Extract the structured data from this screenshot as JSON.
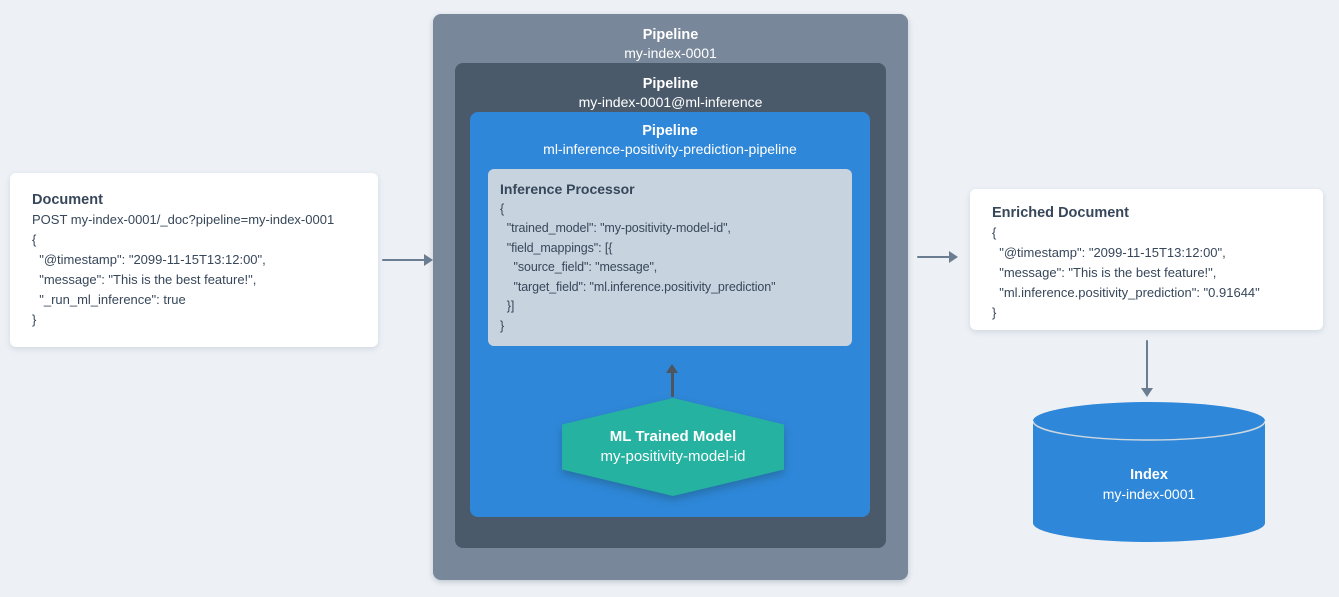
{
  "colors": {
    "background": "#edf1f6",
    "accent_blue": "#2e87d8",
    "teal": "#25b2a0",
    "outer_box": "#78889a",
    "inner_box": "#4a5a6b",
    "processor_box": "#c7d3de",
    "text_dark": "#37475a",
    "arrow_gray": "#6b7e91",
    "arrow_dark": "#4d565f"
  },
  "document_card": {
    "title": "Document",
    "lines": [
      "POST my-index-0001/_doc?pipeline=my-index-0001",
      "{",
      "  \"@timestamp\": \"2099-11-15T13:12:00\",",
      "  \"message\": \"This is the best feature!\",",
      "  \"_run_ml_inference\": true",
      "}"
    ]
  },
  "outer_pipeline": {
    "title": "Pipeline",
    "name": "my-index-0001"
  },
  "inference_pipeline": {
    "title": "Pipeline",
    "name": "my-index-0001@ml-inference"
  },
  "prediction_pipeline": {
    "title": "Pipeline",
    "name": "ml-inference-positivity-prediction-pipeline"
  },
  "inference_processor": {
    "title": "Inference Processor",
    "lines": [
      "{",
      "  \"trained_model\": \"my-positivity-model-id\",",
      "  \"field_mappings\": [{",
      "    \"source_field\": \"message\",",
      "    \"target_field\": \"ml.inference.positivity_prediction\"",
      "  }]",
      "}"
    ]
  },
  "ml_model": {
    "title": "ML Trained Model",
    "name": "my-positivity-model-id"
  },
  "enriched_card": {
    "title": "Enriched Document",
    "lines": [
      "{",
      "  \"@timestamp\": \"2099-11-15T13:12:00\",",
      "  \"message\": \"This is the best feature!\",",
      "  \"ml.inference.positivity_prediction\": \"0.91644\"",
      "}"
    ]
  },
  "index": {
    "title": "Index",
    "name": "my-index-0001"
  }
}
